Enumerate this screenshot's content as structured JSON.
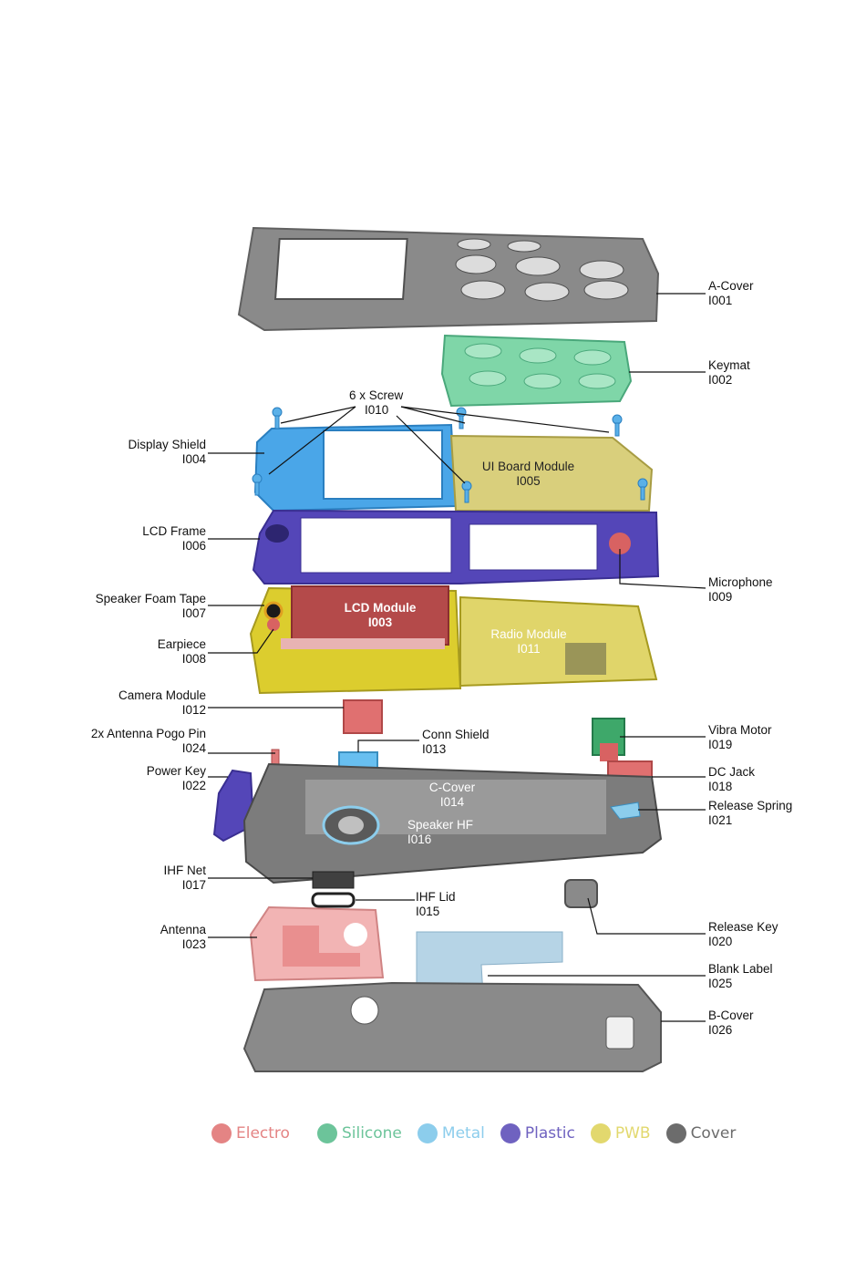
{
  "screws_label": {
    "name": "6 x Screw",
    "code": "I010"
  },
  "parts_left": [
    {
      "name": "Display Shield",
      "code": "I004"
    },
    {
      "name": "LCD Frame",
      "code": "I006"
    },
    {
      "name": "Speaker Foam Tape",
      "code": "I007"
    },
    {
      "name": "Earpiece",
      "code": "I008"
    },
    {
      "name": "Camera Module",
      "code": "I012"
    },
    {
      "name": "2x Antenna Pogo Pin",
      "code": "I024"
    },
    {
      "name": "Power Key",
      "code": "I022"
    },
    {
      "name": "IHF Net",
      "code": "I017"
    },
    {
      "name": "Antenna",
      "code": "I023"
    }
  ],
  "parts_right": [
    {
      "name": "A-Cover",
      "code": "I001"
    },
    {
      "name": "Keymat",
      "code": "I002"
    },
    {
      "name": "Microphone",
      "code": "I009"
    },
    {
      "name": "Vibra Motor",
      "code": "I019"
    },
    {
      "name": "DC Jack",
      "code": "I018"
    },
    {
      "name": "Release Spring",
      "code": "I021"
    },
    {
      "name": "Release Key",
      "code": "I020"
    },
    {
      "name": "Blank Label",
      "code": "I025"
    },
    {
      "name": "B-Cover",
      "code": "I026"
    }
  ],
  "parts_mid": [
    {
      "name": "Conn Shield",
      "code": "I013"
    },
    {
      "name": "IHF Lid",
      "code": "I015"
    }
  ],
  "inner_labels": [
    {
      "name": "UI Board Module",
      "code": "I005"
    },
    {
      "name": "LCD Module",
      "code": "I003"
    },
    {
      "name": "Radio Module",
      "code": "I011"
    },
    {
      "name": "C-Cover",
      "code": "I014"
    },
    {
      "name": "Speaker HF",
      "code": "I016"
    }
  ],
  "legend": [
    {
      "label": "Electro",
      "color": "#e48484"
    },
    {
      "label": "Silicone",
      "color": "#6cc49a"
    },
    {
      "label": "Metal",
      "color": "#8ccdec"
    },
    {
      "label": "Plastic",
      "color": "#6f62c0"
    },
    {
      "label": "PWB",
      "color": "#e2d86e"
    },
    {
      "label": "Cover",
      "color": "#6c6c6c"
    }
  ]
}
